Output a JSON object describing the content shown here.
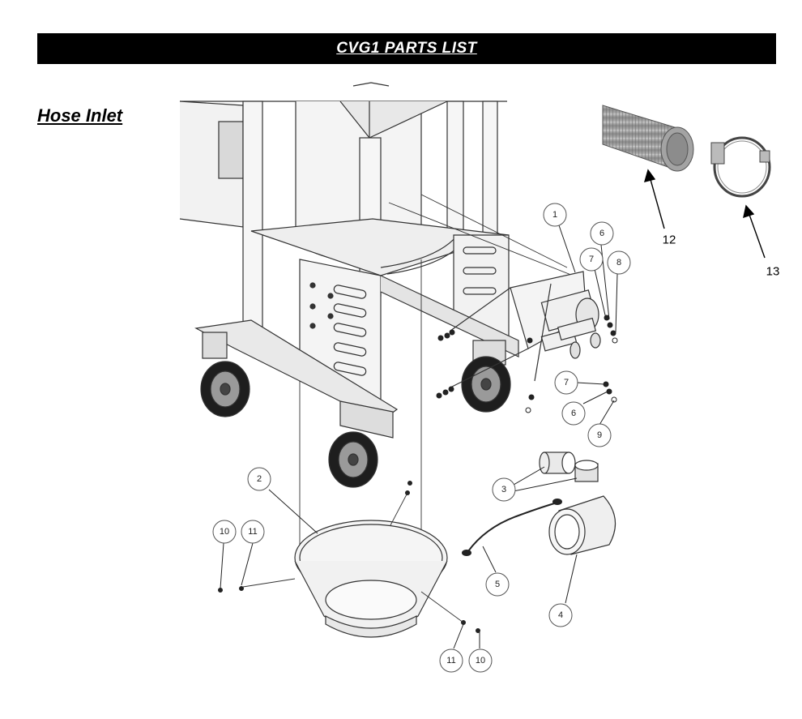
{
  "header": {
    "title": "CVG1 PARTS LIST"
  },
  "section": {
    "title": "Hose Inlet"
  },
  "callouts": [
    {
      "id": "c1",
      "label": "1"
    },
    {
      "id": "c2",
      "label": "2"
    },
    {
      "id": "c3",
      "label": "3"
    },
    {
      "id": "c4",
      "label": "4"
    },
    {
      "id": "c5",
      "label": "5"
    },
    {
      "id": "c6a",
      "label": "6"
    },
    {
      "id": "c6b",
      "label": "6"
    },
    {
      "id": "c7a",
      "label": "7"
    },
    {
      "id": "c7b",
      "label": "7"
    },
    {
      "id": "c8",
      "label": "8"
    },
    {
      "id": "c9",
      "label": "9"
    },
    {
      "id": "c10a",
      "label": "10"
    },
    {
      "id": "c10b",
      "label": "10"
    },
    {
      "id": "c11a",
      "label": "11"
    },
    {
      "id": "c11b",
      "label": "11"
    },
    {
      "id": "c12",
      "label": "12"
    },
    {
      "id": "c13",
      "label": "13"
    }
  ]
}
